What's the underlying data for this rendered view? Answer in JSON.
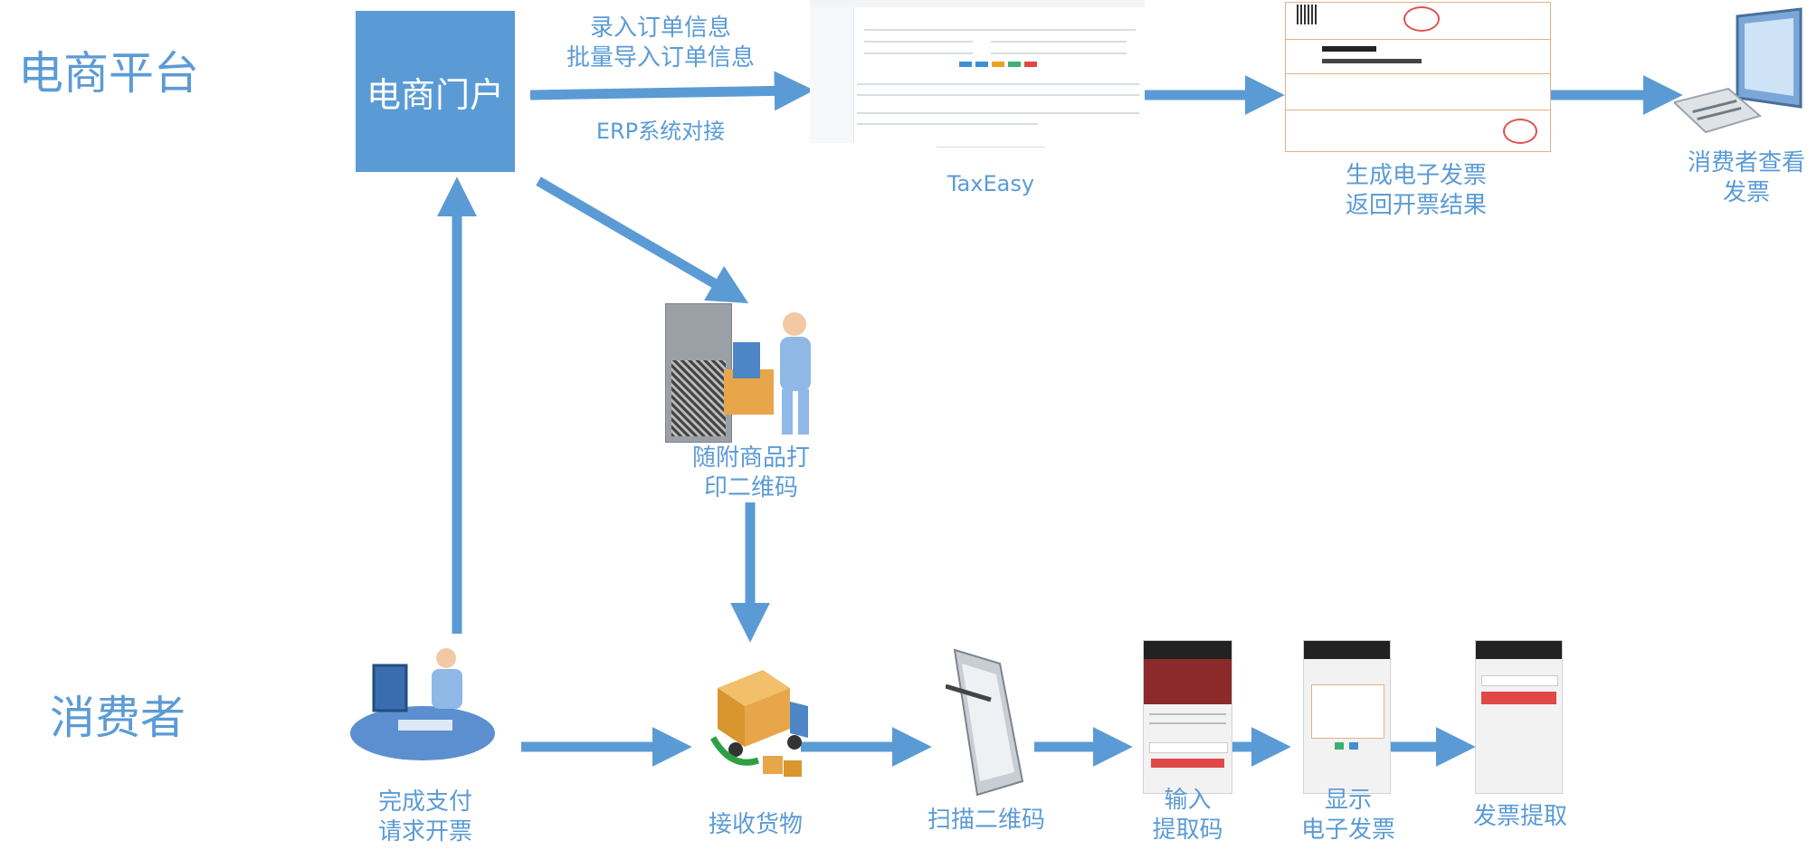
{
  "rows": {
    "platform": "电商平台",
    "consumer": "消费者"
  },
  "portal": "电商门户",
  "arrow_labels": {
    "order_entry": "录入订单信息\n批量导入订单信息",
    "erp": "ERP系统对接"
  },
  "nodes": {
    "taxeasy": "TaxEasy",
    "generate": "生成电子发票\n返回开票结果",
    "view": "消费者查看\n发票",
    "qr_print": "随附商品打\n印二维码",
    "pay": "完成支付\n请求开票",
    "receive": "接收货物",
    "scan": "扫描二维码",
    "input": "输入\n提取码",
    "show": "显示\n电子发票",
    "extract": "发票提取"
  },
  "colors": {
    "accent": "#5b9bd5",
    "arrow": "#5b9bd5"
  }
}
